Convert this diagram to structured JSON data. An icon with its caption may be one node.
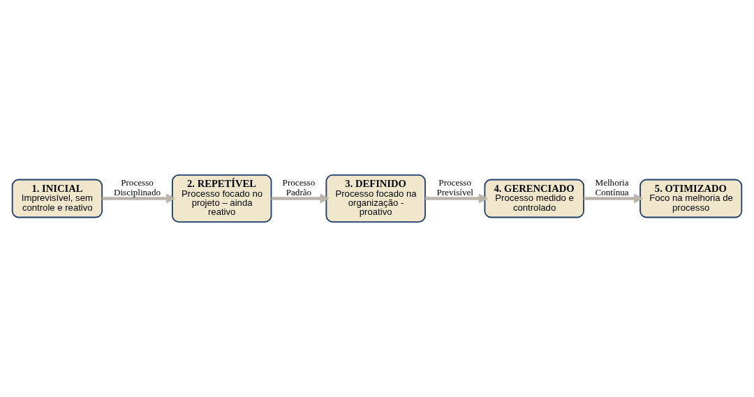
{
  "diagram": {
    "nodes": [
      {
        "text": [
          "1. INICIAL",
          "Imprevisível, sem controle e reativo"
        ]
      },
      {
        "text": [
          "2. REPETÍVEL",
          "Processo focado no projeto – ainda reativo"
        ]
      },
      {
        "text": [
          "3. DEFINIDO",
          "Processo focado na organização - proativo"
        ]
      },
      {
        "text": [
          "4. GERENCIADO",
          "Processo medido e controlado"
        ]
      },
      {
        "text": [
          "5. OTIMIZADO",
          "Foco na melhoria de processo"
        ]
      }
    ],
    "edges": [
      {
        "from": 0,
        "to": 1,
        "arrow": "to",
        "label": "Processo Disciplinado"
      },
      {
        "from": 1,
        "to": 2,
        "arrow": "to",
        "label": "Processo Padrão"
      },
      {
        "from": 2,
        "to": 3,
        "arrow": "to",
        "label": "Processo Previsível"
      },
      {
        "from": 3,
        "to": 4,
        "arrow": "to",
        "label": "Melhoria Contínua"
      }
    ]
  }
}
